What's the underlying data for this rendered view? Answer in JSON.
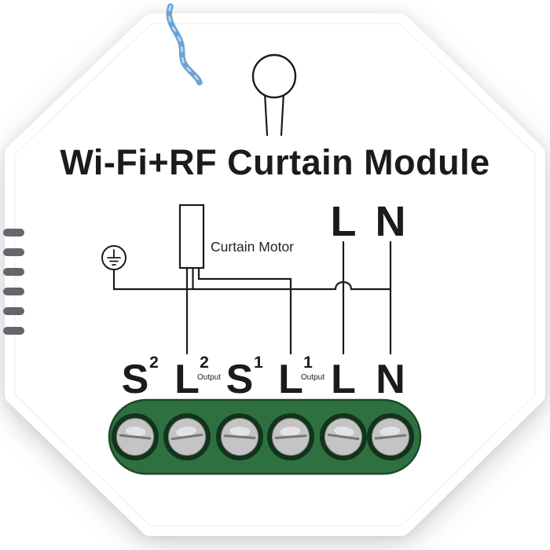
{
  "product": {
    "title": "Wi-Fi+RF Curtain Module",
    "diagram": {
      "motor_label": "Curtain Motor",
      "mains_live": "L",
      "mains_neutral": "N"
    },
    "terminals": [
      {
        "letter": "S",
        "sup": "2",
        "note": ""
      },
      {
        "letter": "L",
        "sup": "2",
        "note": "Output"
      },
      {
        "letter": "S",
        "sup": "1",
        "note": ""
      },
      {
        "letter": "L",
        "sup": "1",
        "note": "Output"
      },
      {
        "letter": "L",
        "sup": "",
        "note": ""
      },
      {
        "letter": "N",
        "sup": "",
        "note": ""
      }
    ],
    "colors": {
      "device_body": "#ffffff",
      "ink": "#1b1b1b",
      "terminal_block_green": "#2e7040",
      "terminal_ring_dark": "#12331c",
      "screw_silver": "#c4c4c4",
      "wire_blue": "#6ba3d6",
      "vent_slot_gray": "#62676d"
    }
  }
}
